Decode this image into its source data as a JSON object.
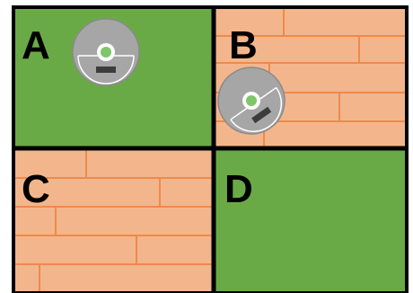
{
  "rooms": [
    {
      "label": "A",
      "floor": "grass"
    },
    {
      "label": "B",
      "floor": "wood"
    },
    {
      "label": "C",
      "floor": "wood"
    },
    {
      "label": "D",
      "floor": "grass"
    }
  ],
  "robots": [
    {
      "name": "robot-vacuum-room-a",
      "room": "A"
    },
    {
      "name": "robot-vacuum-room-b",
      "room": "B"
    }
  ],
  "colors": {
    "grass": "#6aaa46",
    "wood": "#f3b68c",
    "wood_seam": "#ee8a4a",
    "wall": "#000000",
    "robot_body": "#a6a6a6",
    "robot_outline": "#8a8a8a",
    "robot_light": "#7fc66a",
    "robot_handle": "#3c3c3c"
  }
}
